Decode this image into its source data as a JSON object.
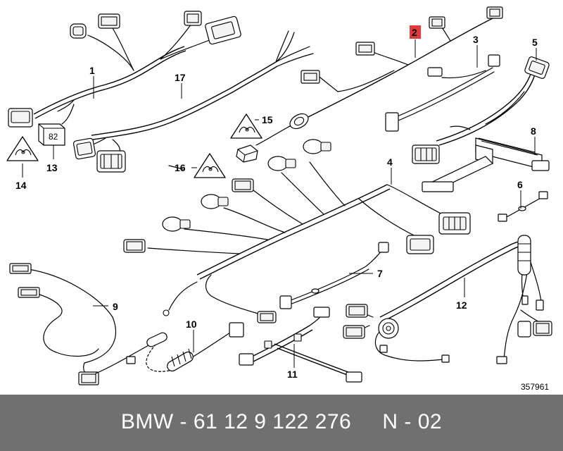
{
  "diagram": {
    "callouts": [
      {
        "id": "1",
        "label": "1"
      },
      {
        "id": "2",
        "label": "2",
        "highlight_color": "#e23b3b"
      },
      {
        "id": "3",
        "label": "3"
      },
      {
        "id": "4",
        "label": "4"
      },
      {
        "id": "5",
        "label": "5"
      },
      {
        "id": "6",
        "label": "6"
      },
      {
        "id": "7",
        "label": "7"
      },
      {
        "id": "8",
        "label": "8"
      },
      {
        "id": "9",
        "label": "9"
      },
      {
        "id": "10",
        "label": "10"
      },
      {
        "id": "11",
        "label": "11"
      },
      {
        "id": "12",
        "label": "12"
      },
      {
        "id": "13",
        "label": "13"
      },
      {
        "id": "14",
        "label": "14"
      },
      {
        "id": "15",
        "label": "15"
      },
      {
        "id": "16",
        "label": "16"
      },
      {
        "id": "17",
        "label": "17"
      }
    ],
    "relay_marking": "82",
    "reference_number": "357961"
  },
  "footer": {
    "text": "BMW - 61 12 9 122 276     N - 02",
    "background": "#707070"
  }
}
